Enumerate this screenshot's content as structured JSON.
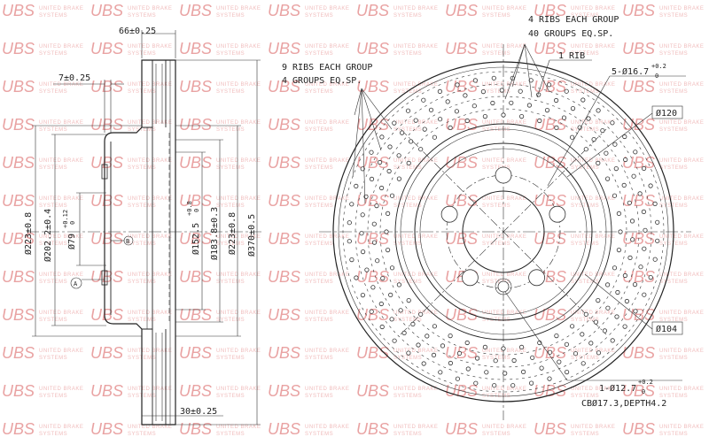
{
  "watermark": {
    "brand": "UBS",
    "line1": "UNITED BRAKE",
    "line2": "SYSTEMS"
  },
  "side_view": {
    "dims": {
      "top_width": "66±0.25",
      "hub_thickness": "7±0.25",
      "bottom_width": "30±0.25",
      "d223_left": "Ø223±0.8",
      "d202": "Ø202.2±0.4",
      "d79": "Ø79",
      "d79_tol": "+0.12",
      "d79_tol2": "0",
      "d152": "Ø152.5",
      "d152_tol": "+0.8",
      "d152_tol2": "0",
      "d183": "Ø183.8±0.3",
      "d223_right": "Ø223±0.8",
      "d370": "Ø370±0.5",
      "datum_a": "A",
      "datum_b": "B"
    }
  },
  "front_view": {
    "notes": {
      "ribs_left_1": "9 RIBS EACH GROUP",
      "ribs_left_2": "4 GROUPS EQ.SP.",
      "ribs_top_1": "4 RIBS EACH GROUP",
      "ribs_top_2": "40 GROUPS EQ.SP.",
      "one_rib": "1 RIB",
      "bolt_holes": "5-Ø16.7",
      "bolt_tol1": "+0.2",
      "bolt_tol2": "0",
      "pcd": "Ø120",
      "center_bore": "Ø104",
      "pin_hole": "1-Ø12.7",
      "pin_tol1": "+0.2",
      "pin_tol2": "0",
      "counterbore": "CBØ17.3,DEPTH4.2"
    }
  }
}
